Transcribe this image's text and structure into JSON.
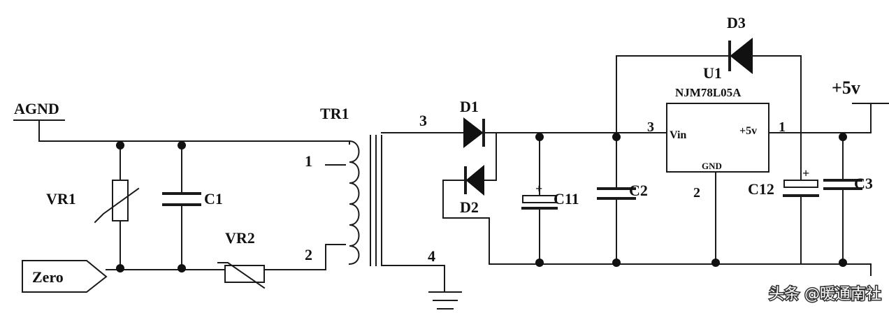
{
  "labels": {
    "agnd": "AGND",
    "zero": "Zero",
    "vr1": "VR1",
    "c1": "C1",
    "vr2": "VR2",
    "tr1": "TR1",
    "tr_pin1": "1",
    "tr_pin2": "2",
    "tr_pin3": "3",
    "tr_pin4": "4",
    "d1": "D1",
    "d2": "D2",
    "d3": "D3",
    "c11": "C11",
    "c11_plus": "+",
    "c2": "C2",
    "u1": "U1",
    "u1_part": "NJM78L05A",
    "u1_vin": "Vin",
    "u1_vout": "+5v",
    "u1_gnd": "GND",
    "u1_pin3": "3",
    "u1_pin1": "1",
    "u1_pin2": "2",
    "c12": "C12",
    "c12_plus": "+",
    "c3": "C3",
    "vout": "+5v"
  },
  "watermark": {
    "text": "头条 @暖通南社"
  }
}
